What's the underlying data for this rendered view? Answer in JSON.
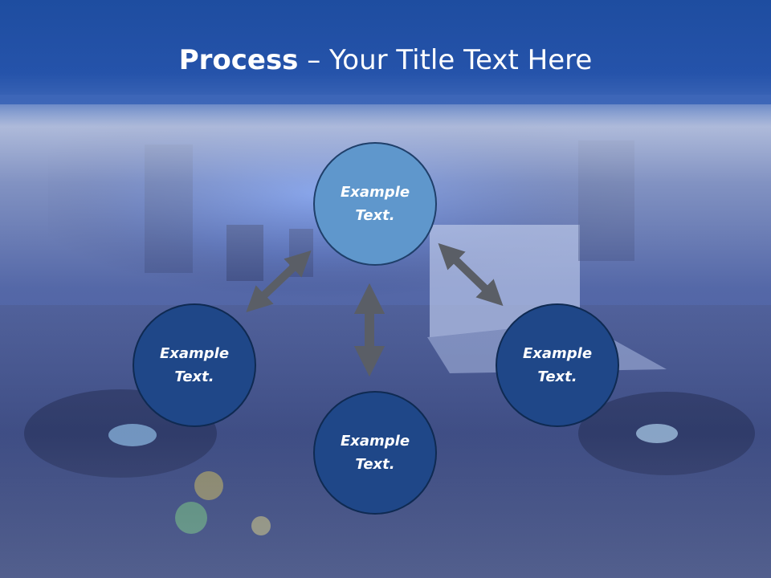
{
  "title": {
    "bold": "Process",
    "rest": " – Your Title Text Here"
  },
  "nodes": {
    "top": {
      "label": "Example Text."
    },
    "left": {
      "label": "Example Text."
    },
    "right": {
      "label": "Example Text."
    },
    "bottom": {
      "label": "Example Text."
    }
  },
  "colors": {
    "title_band": "#2553aa",
    "node_dark": "#1f4788",
    "node_light": "#5f97cc",
    "arrow": "#5a5e66"
  }
}
